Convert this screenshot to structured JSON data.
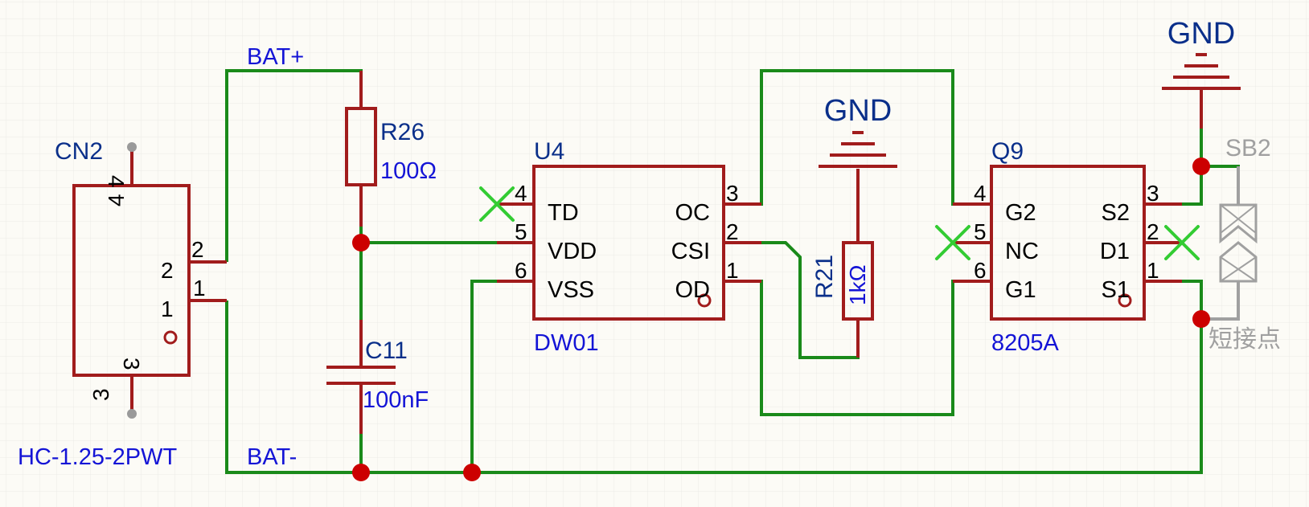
{
  "theme": {
    "background": "#fcfbf6",
    "grid": "#e6e6e3",
    "wire": "#1a8a1a",
    "component": "#a11c1c",
    "junction": "#cc0000",
    "designator": "#0a2f8a",
    "value": "#1414d6",
    "pin_text": "#000000",
    "noconnect": "#33cc33",
    "shortpoint": "#a0a0a0"
  },
  "nets": {
    "bat_plus": "BAT+",
    "bat_minus": "BAT-"
  },
  "power": {
    "gnd_1": "GND",
    "gnd_2": "GND"
  },
  "connector": {
    "designator": "CN2",
    "value": "HC-1.25-2PWT",
    "pins": {
      "p4": "4",
      "p2": "2",
      "p1": "1",
      "p3": "3"
    }
  },
  "r26": {
    "designator": "R26",
    "value": "100Ω"
  },
  "c11": {
    "designator": "C11",
    "value": "100nF"
  },
  "u4": {
    "designator": "U4",
    "value": "DW01",
    "pins_left": [
      {
        "num": "4",
        "name": "TD"
      },
      {
        "num": "5",
        "name": "VDD"
      },
      {
        "num": "6",
        "name": "VSS"
      }
    ],
    "pins_right": [
      {
        "num": "3",
        "name": "OC"
      },
      {
        "num": "2",
        "name": "CSI"
      },
      {
        "num": "1",
        "name": "OD"
      }
    ]
  },
  "r21": {
    "designator": "R21",
    "value": "1kΩ"
  },
  "q9": {
    "designator": "Q9",
    "value": "8205A",
    "pins_left": [
      {
        "num": "4",
        "name": "G2"
      },
      {
        "num": "5",
        "name": "NC"
      },
      {
        "num": "6",
        "name": "G1"
      }
    ],
    "pins_right": [
      {
        "num": "3",
        "name": "S2"
      },
      {
        "num": "2",
        "name": "D1"
      },
      {
        "num": "1",
        "name": "S1"
      }
    ]
  },
  "sb2": {
    "designator": "SB2",
    "value": "短接点"
  }
}
